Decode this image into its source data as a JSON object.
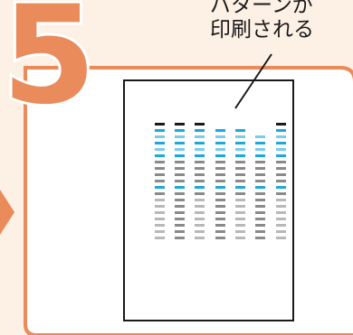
{
  "step_number": "5",
  "callout": {
    "line1": "パターンが",
    "line2": "印刷される"
  },
  "colors": {
    "background": "#fdf0e4",
    "accent": "#e98b5a",
    "panel": "#ffffff",
    "outline": "#1a1a1a",
    "cyan": "#1da7dd",
    "light_cyan": "#7ccbea",
    "gray": "#8a8a8a",
    "light_gray": "#b8b8b8"
  }
}
